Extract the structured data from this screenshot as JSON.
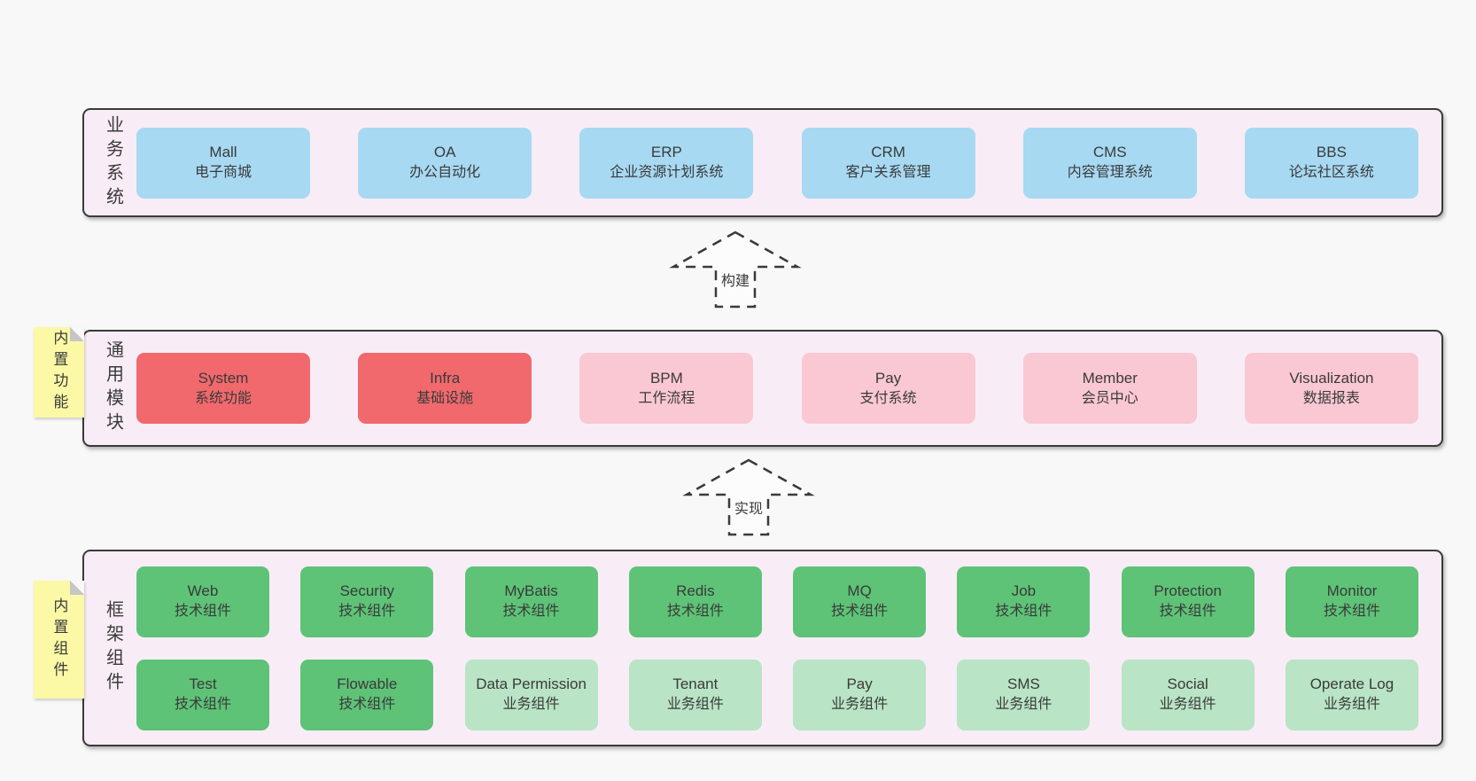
{
  "palette": {
    "page_bg": "#f8f8f8",
    "band_bg": "#f8edf6",
    "band_border": "#3a3a3a",
    "blue_box": "#a7d9f2",
    "red_box": "#f1696d",
    "pink_box": "#fac8d2",
    "green_box": "#5ec377",
    "light_green_box": "#b9e4c5",
    "sticky_yellow": "#fbf9a6",
    "text": "#3a3a3a"
  },
  "band_business": {
    "label": "业务系统",
    "boxes": [
      {
        "title": "Mall",
        "subtitle": "电子商城"
      },
      {
        "title": "OA",
        "subtitle": "办公自动化"
      },
      {
        "title": "ERP",
        "subtitle": "企业资源计划系统"
      },
      {
        "title": "CRM",
        "subtitle": "客户关系管理"
      },
      {
        "title": "CMS",
        "subtitle": "内容管理系统"
      },
      {
        "title": "BBS",
        "subtitle": "论坛社区系统"
      }
    ]
  },
  "arrow_build": {
    "label": "构建"
  },
  "band_modules": {
    "sticky": "内置功能",
    "label": "通用模块",
    "boxes": [
      {
        "title": "System",
        "subtitle": "系统功能"
      },
      {
        "title": "Infra",
        "subtitle": "基础设施"
      },
      {
        "title": "BPM",
        "subtitle": "工作流程"
      },
      {
        "title": "Pay",
        "subtitle": "支付系统"
      },
      {
        "title": "Member",
        "subtitle": "会员中心"
      },
      {
        "title": "Visualization",
        "subtitle": "数据报表"
      }
    ]
  },
  "arrow_implement": {
    "label": "实现"
  },
  "band_components": {
    "sticky": "内置组件",
    "label": "框架组件",
    "row1": [
      {
        "title": "Web",
        "subtitle": "技术组件"
      },
      {
        "title": "Security",
        "subtitle": "技术组件"
      },
      {
        "title": "MyBatis",
        "subtitle": "技术组件"
      },
      {
        "title": "Redis",
        "subtitle": "技术组件"
      },
      {
        "title": "MQ",
        "subtitle": "技术组件"
      },
      {
        "title": "Job",
        "subtitle": "技术组件"
      },
      {
        "title": "Protection",
        "subtitle": "技术组件"
      },
      {
        "title": "Monitor",
        "subtitle": "技术组件"
      }
    ],
    "row2": [
      {
        "title": "Test",
        "subtitle": "技术组件"
      },
      {
        "title": "Flowable",
        "subtitle": "技术组件"
      },
      {
        "title": "Data Permission",
        "subtitle": "业务组件"
      },
      {
        "title": "Tenant",
        "subtitle": "业务组件"
      },
      {
        "title": "Pay",
        "subtitle": "业务组件"
      },
      {
        "title": "SMS",
        "subtitle": "业务组件"
      },
      {
        "title": "Social",
        "subtitle": "业务组件"
      },
      {
        "title": "Operate Log",
        "subtitle": "业务组件"
      }
    ]
  }
}
